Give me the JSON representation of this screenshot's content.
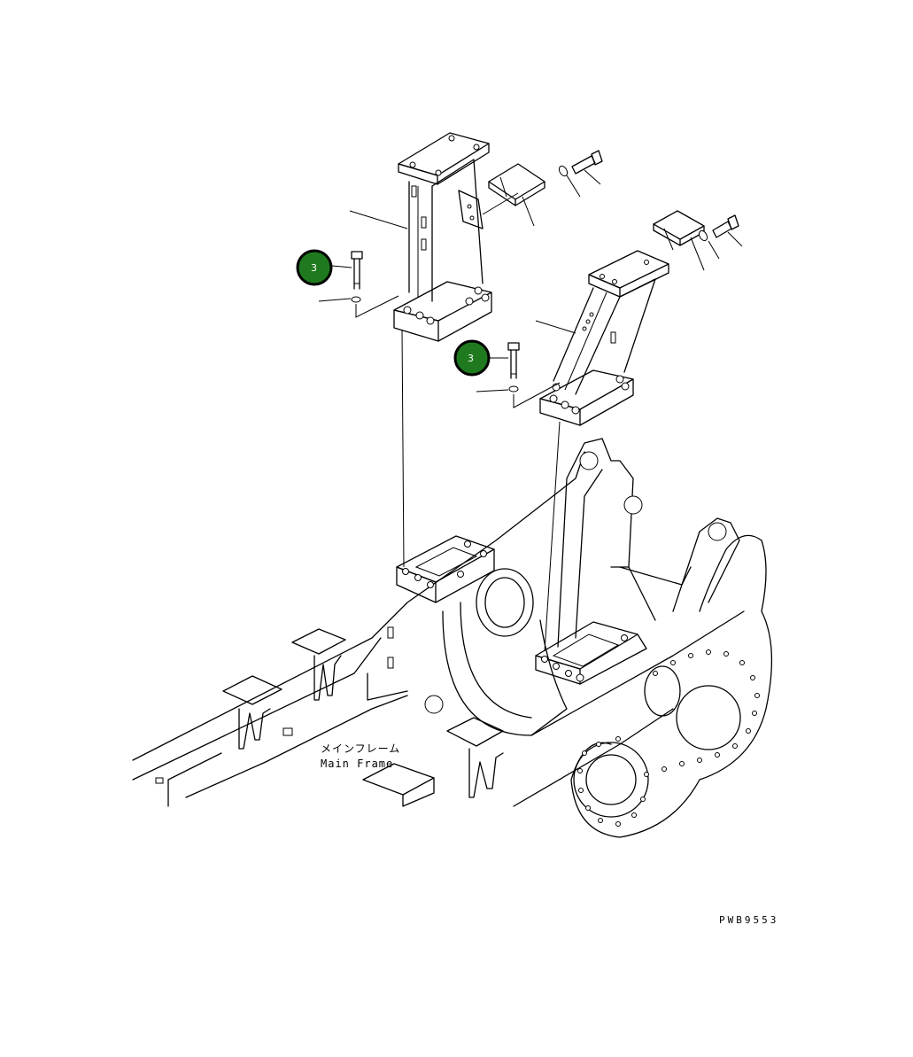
{
  "diagram": {
    "callouts": [
      {
        "number": "3"
      },
      {
        "number": "3"
      }
    ],
    "label_jp": "メインフレーム",
    "label_en": "Main Frame",
    "drawing_code": "PWB9553",
    "colors": {
      "callout_fill": "#1f7a1f",
      "line": "#000000",
      "background": "#ffffff"
    }
  }
}
